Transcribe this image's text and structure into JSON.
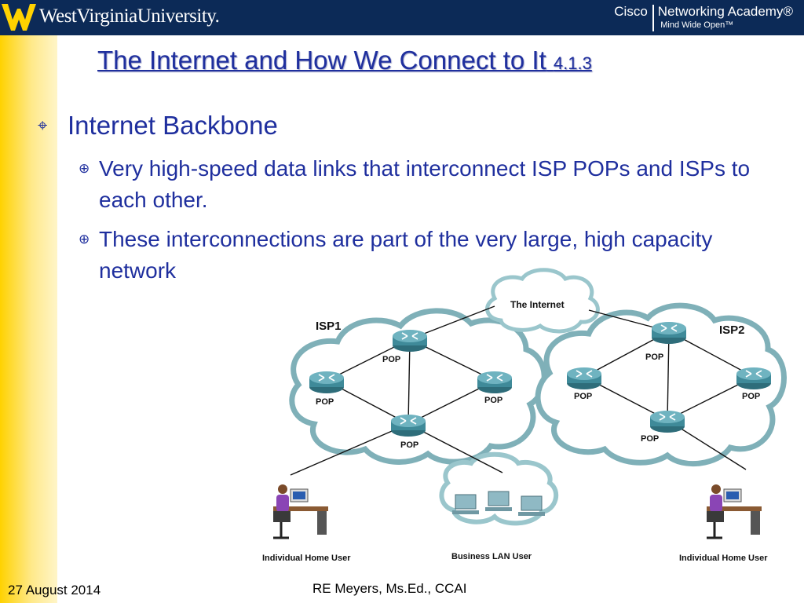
{
  "header": {
    "university_name": "WestVirginiaUniversity.",
    "cisco_word": "Cisco",
    "academy_name": "Networking Academy®",
    "academy_tagline": "Mind Wide Open™"
  },
  "slide": {
    "title_main": "The Internet and How We Connect to It",
    "title_section": "4.1.3",
    "bullet_main": "Internet Backbone",
    "sub_bullets": [
      "Very high-speed data links that interconnect ISP POPs and ISPs to each other.",
      "These interconnections are part of the very large, high capacity network"
    ]
  },
  "diagram": {
    "internet_label": "The Internet",
    "isp1_label": "ISP1",
    "isp2_label": "ISP2",
    "pop_label": "POP",
    "home_user_label": "Individual Home User",
    "business_label": "Business LAN  User"
  },
  "footer": {
    "date": "27 August 2014",
    "author": "RE Meyers, Ms.Ed., CCAI"
  },
  "colors": {
    "header_bg": "#0c2a57",
    "title": "#1f2f9e",
    "sidebar": "#ffd200",
    "cloud_stroke": "#7fb0b8",
    "router": "#3f8a99"
  }
}
